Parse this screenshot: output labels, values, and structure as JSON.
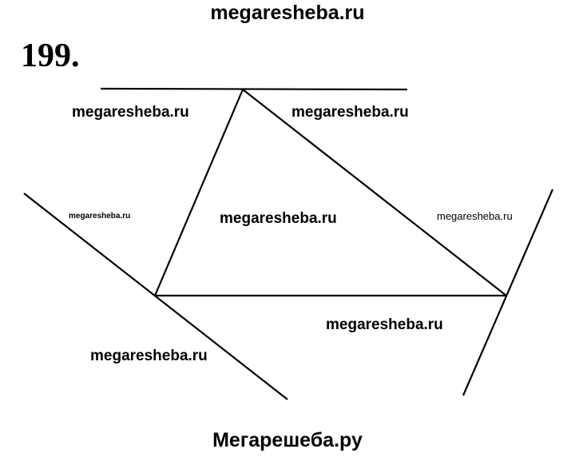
{
  "header": {
    "watermark": "megaresheba.ru"
  },
  "problem_number": "199.",
  "watermarks": [
    "megaresheba.ru",
    "megaresheba.ru",
    "megaresheba.ru",
    "megaresheba.ru",
    "megaresheba.ru",
    "megaresheba.ru",
    "megaresheba.ru"
  ],
  "footer": {
    "watermark": "Мегарешеба.ру"
  }
}
